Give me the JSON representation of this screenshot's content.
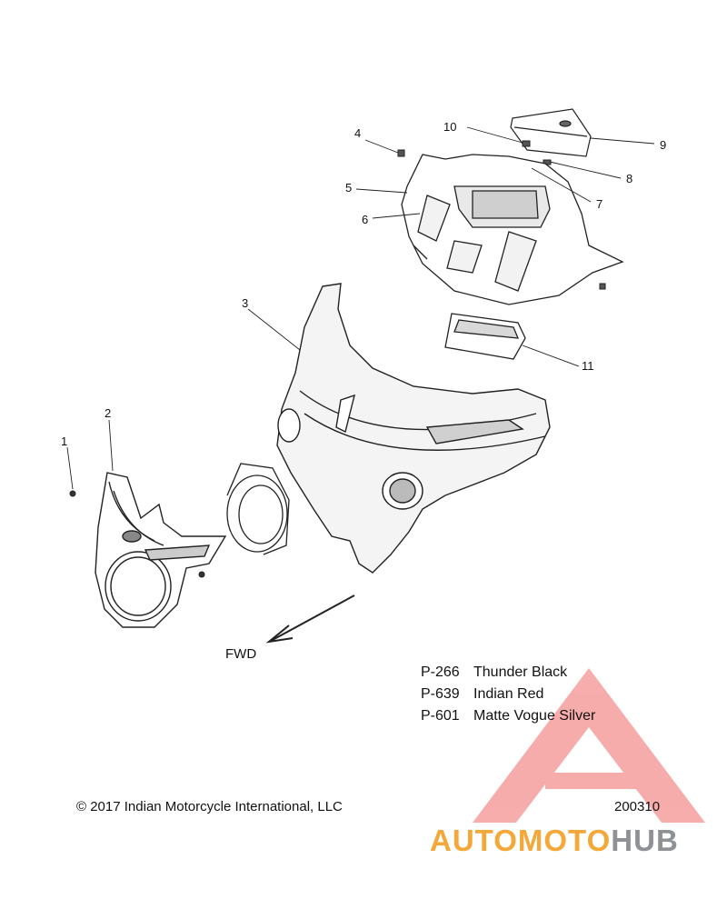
{
  "callouts": [
    "1",
    "2",
    "3",
    "4",
    "5",
    "6",
    "7",
    "8",
    "9",
    "10",
    "11"
  ],
  "fwd_label": "FWD",
  "color_codes": [
    {
      "code": "P-266",
      "name": "Thunder Black"
    },
    {
      "code": "P-639",
      "name": "Indian Red"
    },
    {
      "code": "P-601",
      "name": "Matte Vogue Silver"
    }
  ],
  "copyright": "© 2017 Indian Motorcycle International, LLC",
  "figure_number": "200310",
  "watermark": {
    "brand_part1": "AUTOMOTO",
    "brand_part2": "HUB",
    "color_primary": "#f26a6a",
    "color_accent": "#f4a83a",
    "color_gray": "#8e9196"
  }
}
